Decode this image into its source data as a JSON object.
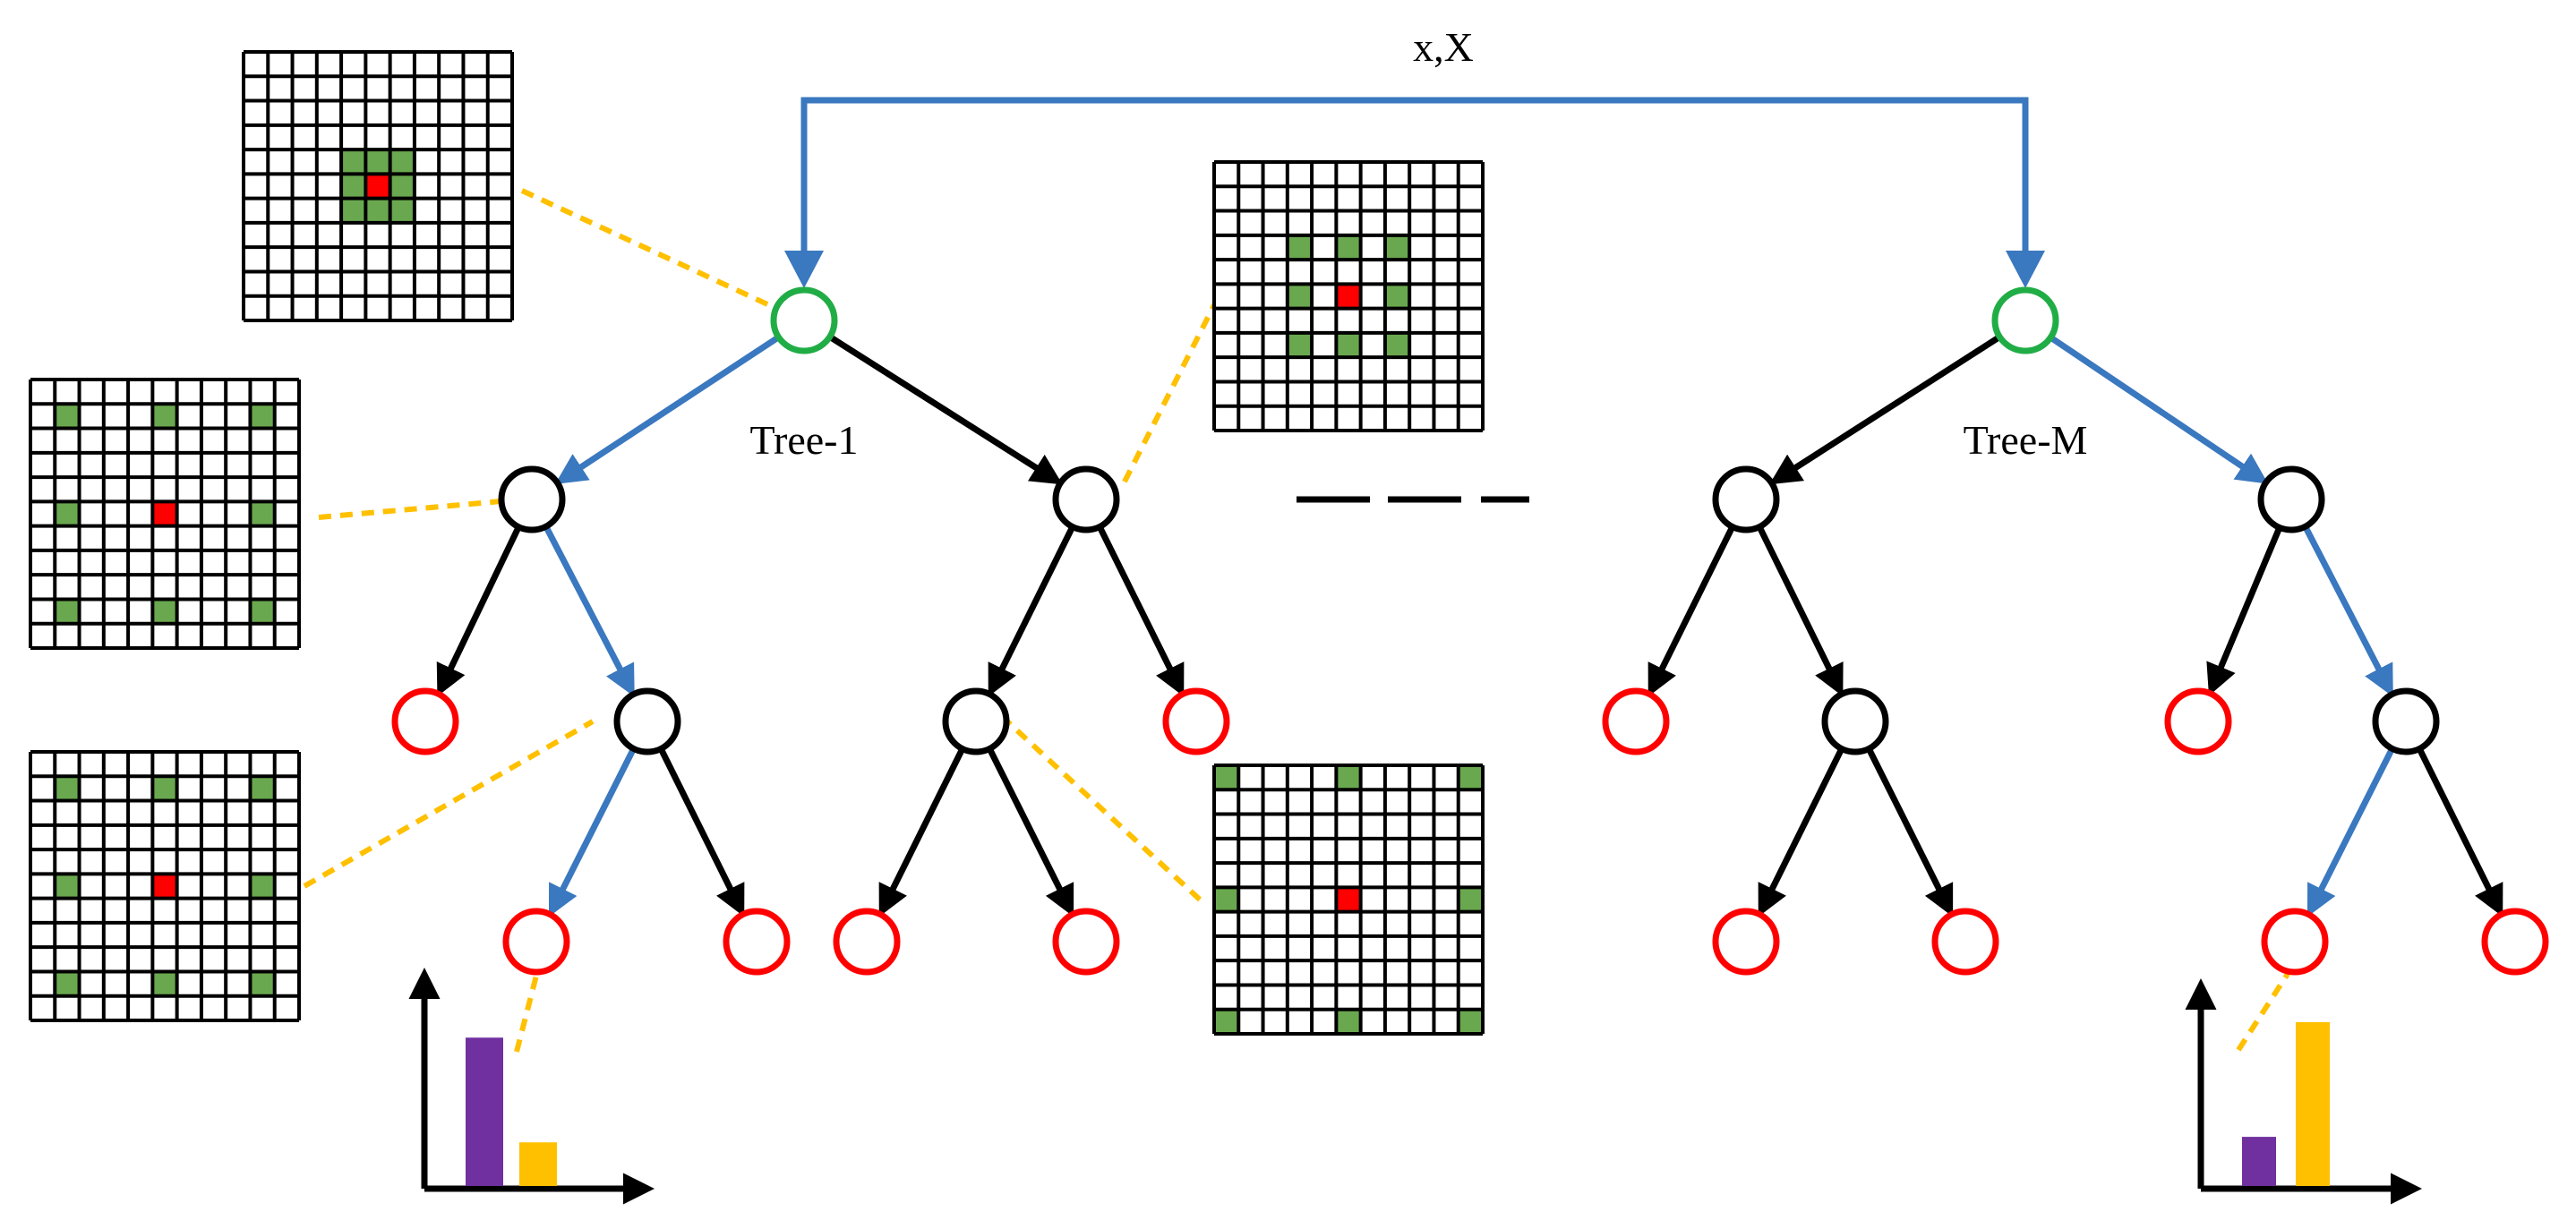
{
  "labels": {
    "input": "x,X",
    "tree_first": "Tree-1",
    "tree_last": "Tree-M"
  },
  "colors": {
    "blue": "#3a78bf",
    "black": "#000000",
    "green": "#21ad46",
    "red": "#ff0000",
    "dash": "#ffc000",
    "cell_fill": "#6aa84f",
    "center_fill": "#ff0000",
    "bar_purple": "#7030a0",
    "bar_yellow": "#ffc000"
  },
  "grids": [
    {
      "name": "grid-root",
      "center": [
        5,
        5
      ],
      "marked": [
        [
          4,
          4
        ],
        [
          4,
          5
        ],
        [
          4,
          6
        ],
        [
          5,
          4
        ],
        [
          5,
          6
        ],
        [
          6,
          4
        ],
        [
          6,
          5
        ],
        [
          6,
          6
        ]
      ]
    },
    {
      "name": "grid-left-1",
      "center": [
        5,
        5
      ],
      "marked": [
        [
          1,
          1
        ],
        [
          1,
          5
        ],
        [
          1,
          9
        ],
        [
          5,
          1
        ],
        [
          5,
          9
        ],
        [
          9,
          1
        ],
        [
          9,
          5
        ],
        [
          9,
          9
        ]
      ]
    },
    {
      "name": "grid-left-2",
      "center": [
        5,
        5
      ],
      "marked": [
        [
          1,
          1
        ],
        [
          1,
          5
        ],
        [
          1,
          9
        ],
        [
          5,
          1
        ],
        [
          5,
          9
        ],
        [
          9,
          1
        ],
        [
          9,
          5
        ],
        [
          9,
          9
        ]
      ]
    },
    {
      "name": "grid-right-1",
      "center": [
        5,
        5
      ],
      "marked": [
        [
          3,
          3
        ],
        [
          3,
          5
        ],
        [
          3,
          7
        ],
        [
          5,
          3
        ],
        [
          5,
          7
        ],
        [
          7,
          3
        ],
        [
          7,
          5
        ],
        [
          7,
          7
        ]
      ]
    },
    {
      "name": "grid-right-2",
      "center": [
        5,
        5
      ],
      "marked": [
        [
          0,
          0
        ],
        [
          0,
          5
        ],
        [
          0,
          10
        ],
        [
          5,
          0
        ],
        [
          5,
          10
        ],
        [
          10,
          0
        ],
        [
          10,
          5
        ],
        [
          10,
          10
        ]
      ]
    }
  ],
  "histograms": [
    {
      "name": "histogram-tree-1",
      "values": [
        0.85,
        0.25
      ]
    },
    {
      "name": "histogram-tree-m",
      "values": [
        0.3,
        1.0
      ]
    }
  ]
}
